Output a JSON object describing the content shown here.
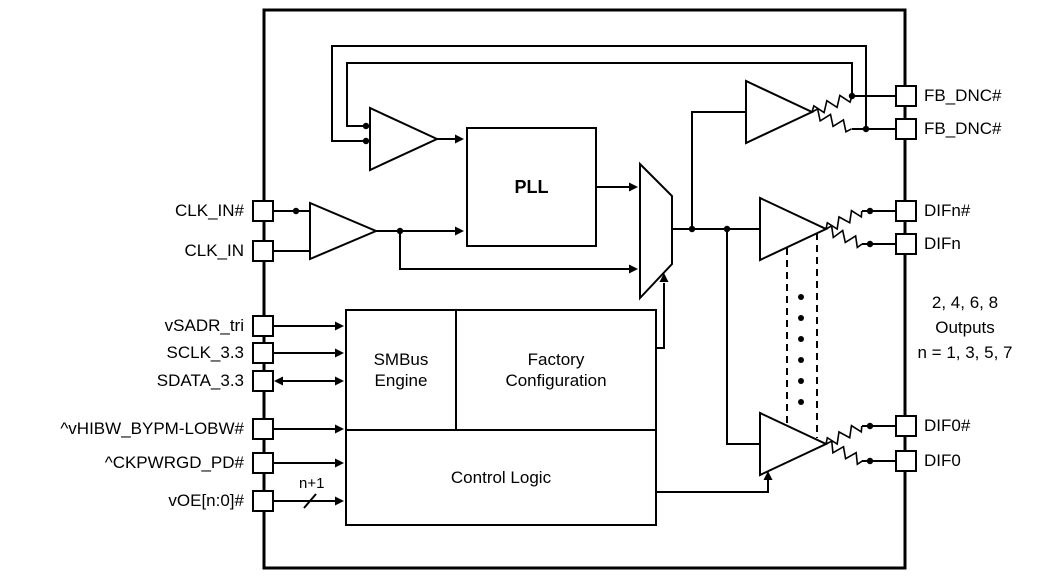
{
  "diagram": {
    "blocks": {
      "pll": "PLL",
      "smbus_engine": "SMBus Engine",
      "factory_configuration": "Factory Configuration",
      "control_logic": "Control Logic"
    },
    "pins": {
      "left": [
        {
          "label": "CLK_IN#"
        },
        {
          "label": "CLK_IN"
        },
        {
          "label": "vSADR_tri"
        },
        {
          "label": "SCLK_3.3"
        },
        {
          "label": "SDATA_3.3"
        },
        {
          "label": "^vHIBW_BYPM-LOBW#"
        },
        {
          "label": "^CKPWRGD_PD#"
        },
        {
          "label": "vOE[n:0]#"
        }
      ],
      "right": [
        {
          "label": "FB_DNC#"
        },
        {
          "label": "FB_DNC#"
        },
        {
          "label": "DIFn#"
        },
        {
          "label": "DIFn"
        },
        {
          "label": "DIF0#"
        },
        {
          "label": "DIF0"
        }
      ]
    },
    "annotations": {
      "outputs_note_line1": "2, 4, 6, 8",
      "outputs_note_line2": "Outputs",
      "outputs_note_line3": "n = 1, 3, 5, 7",
      "bus_width": "n+1"
    },
    "colors": {
      "line": "#000000",
      "background": "#ffffff"
    }
  }
}
